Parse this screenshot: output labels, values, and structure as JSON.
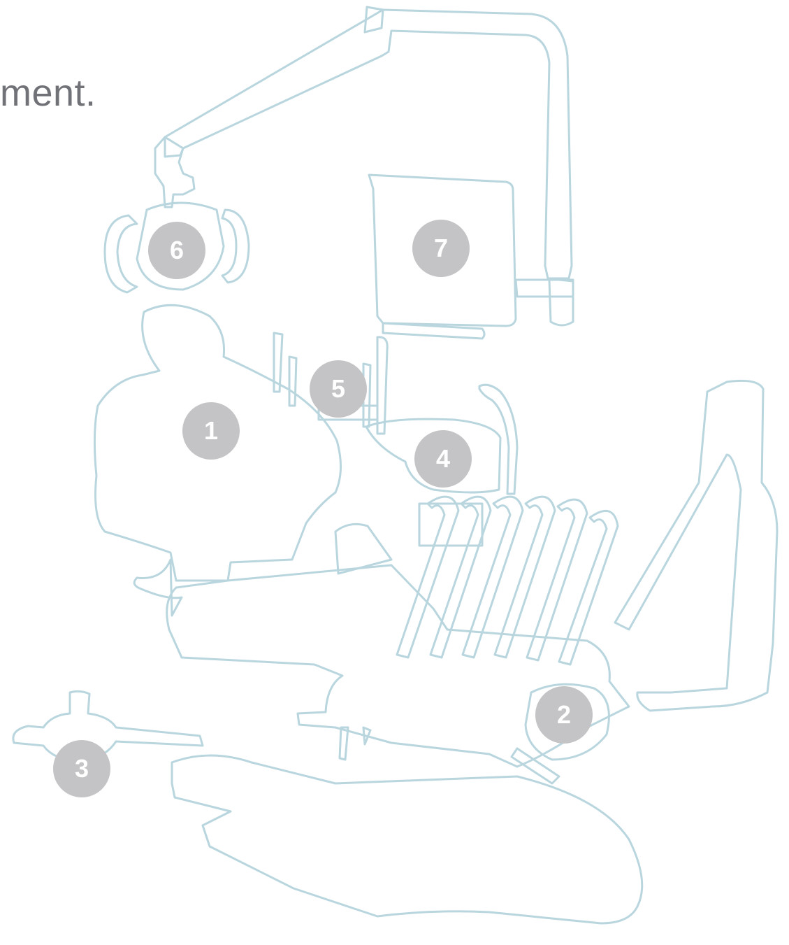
{
  "caption": "ment.",
  "hotspots": [
    {
      "label": "1"
    },
    {
      "label": "2"
    },
    {
      "label": "3"
    },
    {
      "label": "4"
    },
    {
      "label": "5"
    },
    {
      "label": "6"
    },
    {
      "label": "7"
    }
  ],
  "colors": {
    "outline": "#b9d6df",
    "hotspot": "#c4c4c6",
    "hotspot_text": "#ffffff",
    "caption": "#707277"
  }
}
